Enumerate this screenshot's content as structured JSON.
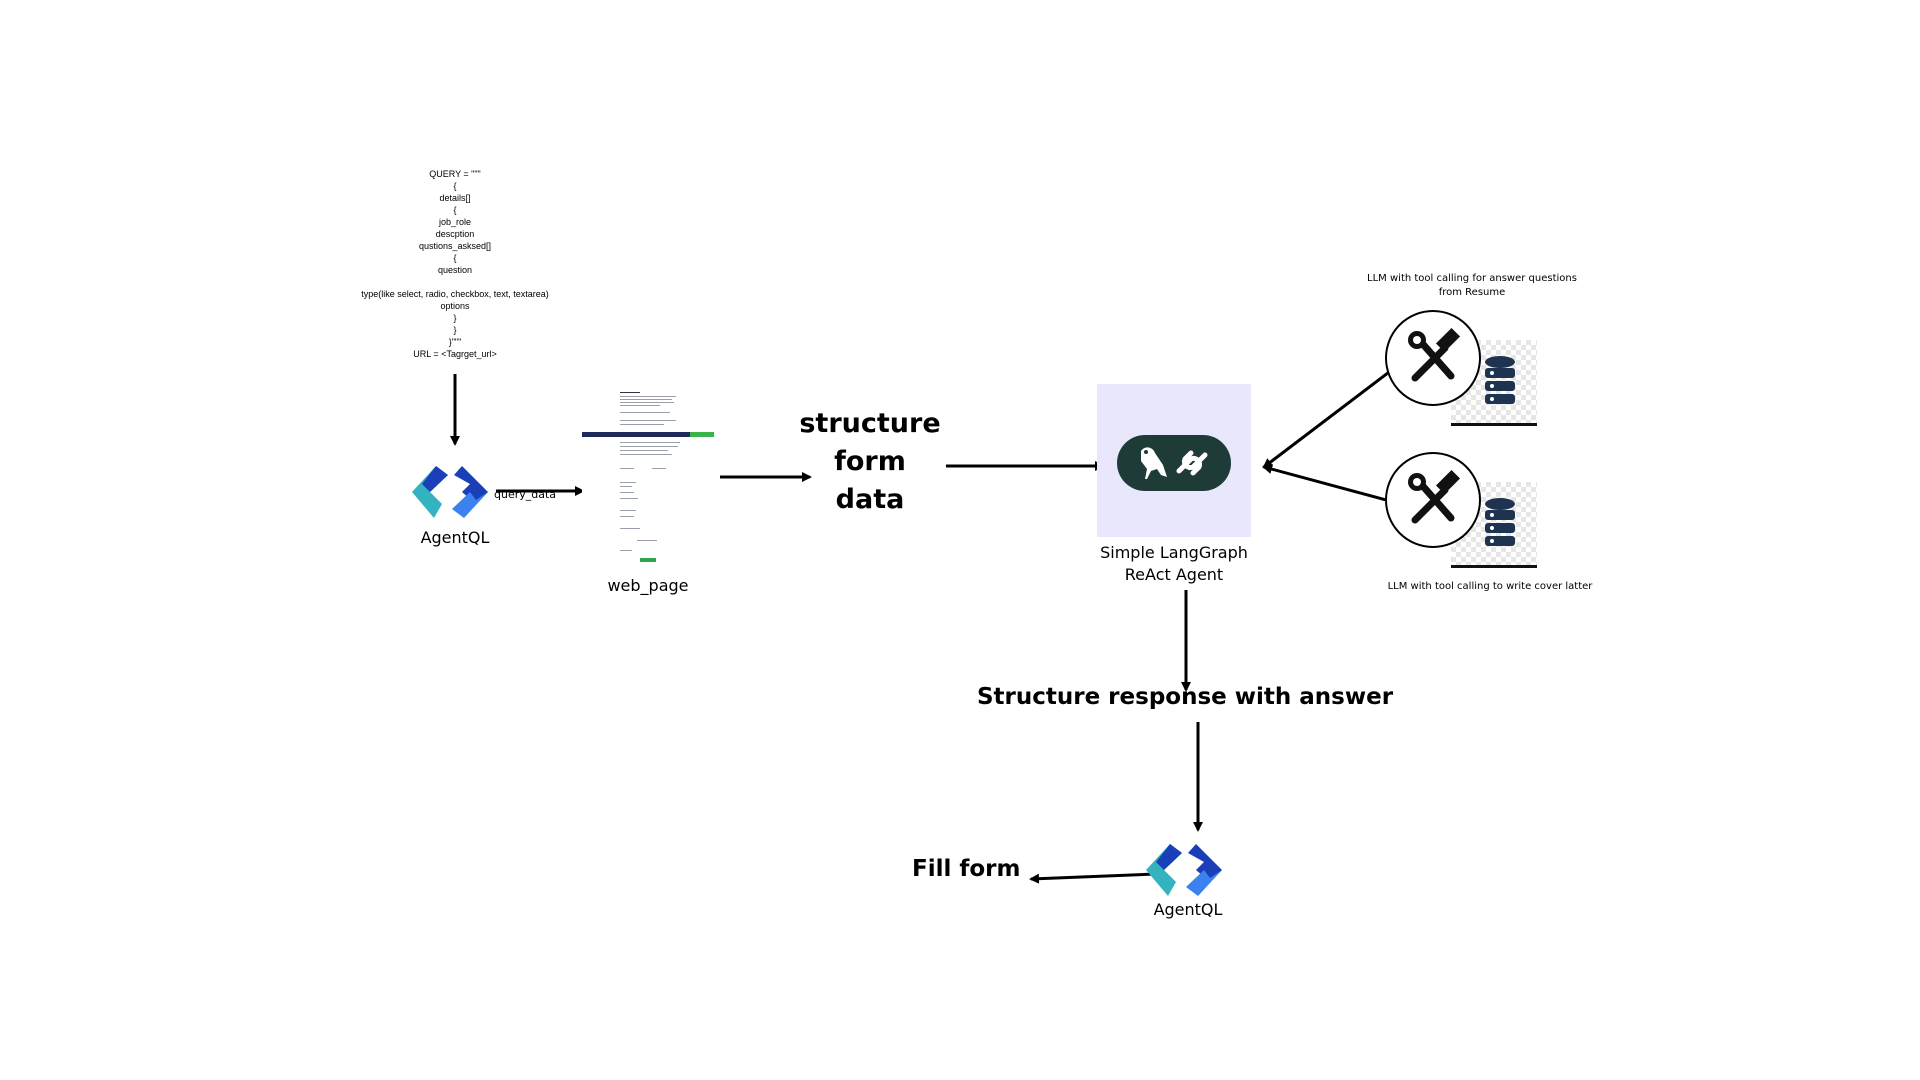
{
  "query_code": {
    "lines": [
      "QUERY = \"\"\"",
      "{",
      "details[]",
      "{",
      "job_role",
      "descption",
      "qustions_asksed[]",
      "{",
      "question",
      "",
      "type(like select, radio, checkbox, text, textarea)",
      "options",
      "}",
      "}",
      "}\"\"\"",
      "URL = <Tagrget_url>"
    ]
  },
  "nodes": {
    "agentql_top": "AgentQL",
    "query_data_edge": "query_data",
    "web_page": "web_page",
    "structure_form_data": [
      "structure",
      "form",
      "data"
    ],
    "langgraph_agent": [
      "Simple LangGraph",
      "ReAct Agent"
    ],
    "tool_resume_caption": [
      "LLM with tool calling for answer questions",
      "from Resume"
    ],
    "tool_cover_caption": "LLM with tool calling to write cover latter",
    "structure_response": "Structure response with answer",
    "agentql_bottom": "AgentQL",
    "fill_form": "Fill form"
  },
  "colors": {
    "agentql_dark_blue": "#1b3fb8",
    "agentql_light_blue": "#3b82f0",
    "agentql_teal": "#33b3bf",
    "langgraph_bg": "#e8e7fb",
    "langgraph_pill": "#1e3b38",
    "arrow": "#000000"
  },
  "icons": [
    "agentql-logo-icon",
    "web-page-thumbnail",
    "langchain-parrot-link-icon",
    "hammer-wrench-icon",
    "database-icon"
  ]
}
